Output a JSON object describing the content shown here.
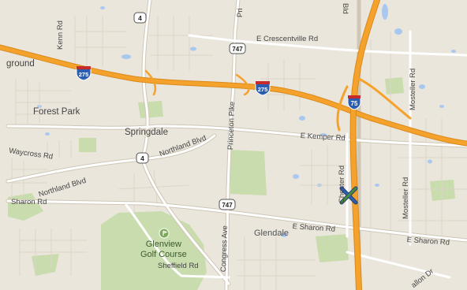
{
  "map": {
    "colors": {
      "land": "#ebe6dc",
      "park": "#c9dcae",
      "water": "#a8c8f0",
      "highway": "#f5a22c",
      "road": "#ffffff",
      "street": "#dcd5c9",
      "marker_blue": "#2f5fa8",
      "marker_green": "#4a8c3a"
    },
    "places": {
      "ground": "ground",
      "forest_park": "Forest Park",
      "springdale": "Springdale",
      "glendale": "Glendale",
      "golf_line1": "Glenview",
      "golf_line2": "Golf Course"
    },
    "streets": {
      "kenn_rd": "Kenn Rd",
      "e_crescentville": "E Crescentville Rd",
      "waycross": "Waycross Rd",
      "northland_blvd_left": "Northland Blvd",
      "northland_blvd_right": "Northland Blvd",
      "sharon_rd": "Sharon Rd",
      "e_kemper": "E Kemper Rd",
      "e_sharon_mid": "E Sharon Rd",
      "e_sharon_right": "E Sharon Rd",
      "sheffield": "Sheffield Rd",
      "princeton_pike": "Princeton Pike",
      "congress_ave": "Congress Ave",
      "chester_rd": "Chester Rd",
      "mosteller_top": "Mosteller Rd",
      "mosteller_bottom": "Mosteller Rd",
      "pri_top": "Pri",
      "bld_top": "Bld",
      "allon_dr": "allon Dr"
    },
    "shields": {
      "i275_a": "275",
      "i275_b": "275",
      "i75": "75",
      "sr4_top": "4",
      "sr4_mid": "4",
      "sr747_top": "747",
      "sr747_bottom": "747"
    },
    "icons": {
      "destination": "destination-x-marker-icon",
      "golf": "golf-course-pin-icon"
    }
  }
}
